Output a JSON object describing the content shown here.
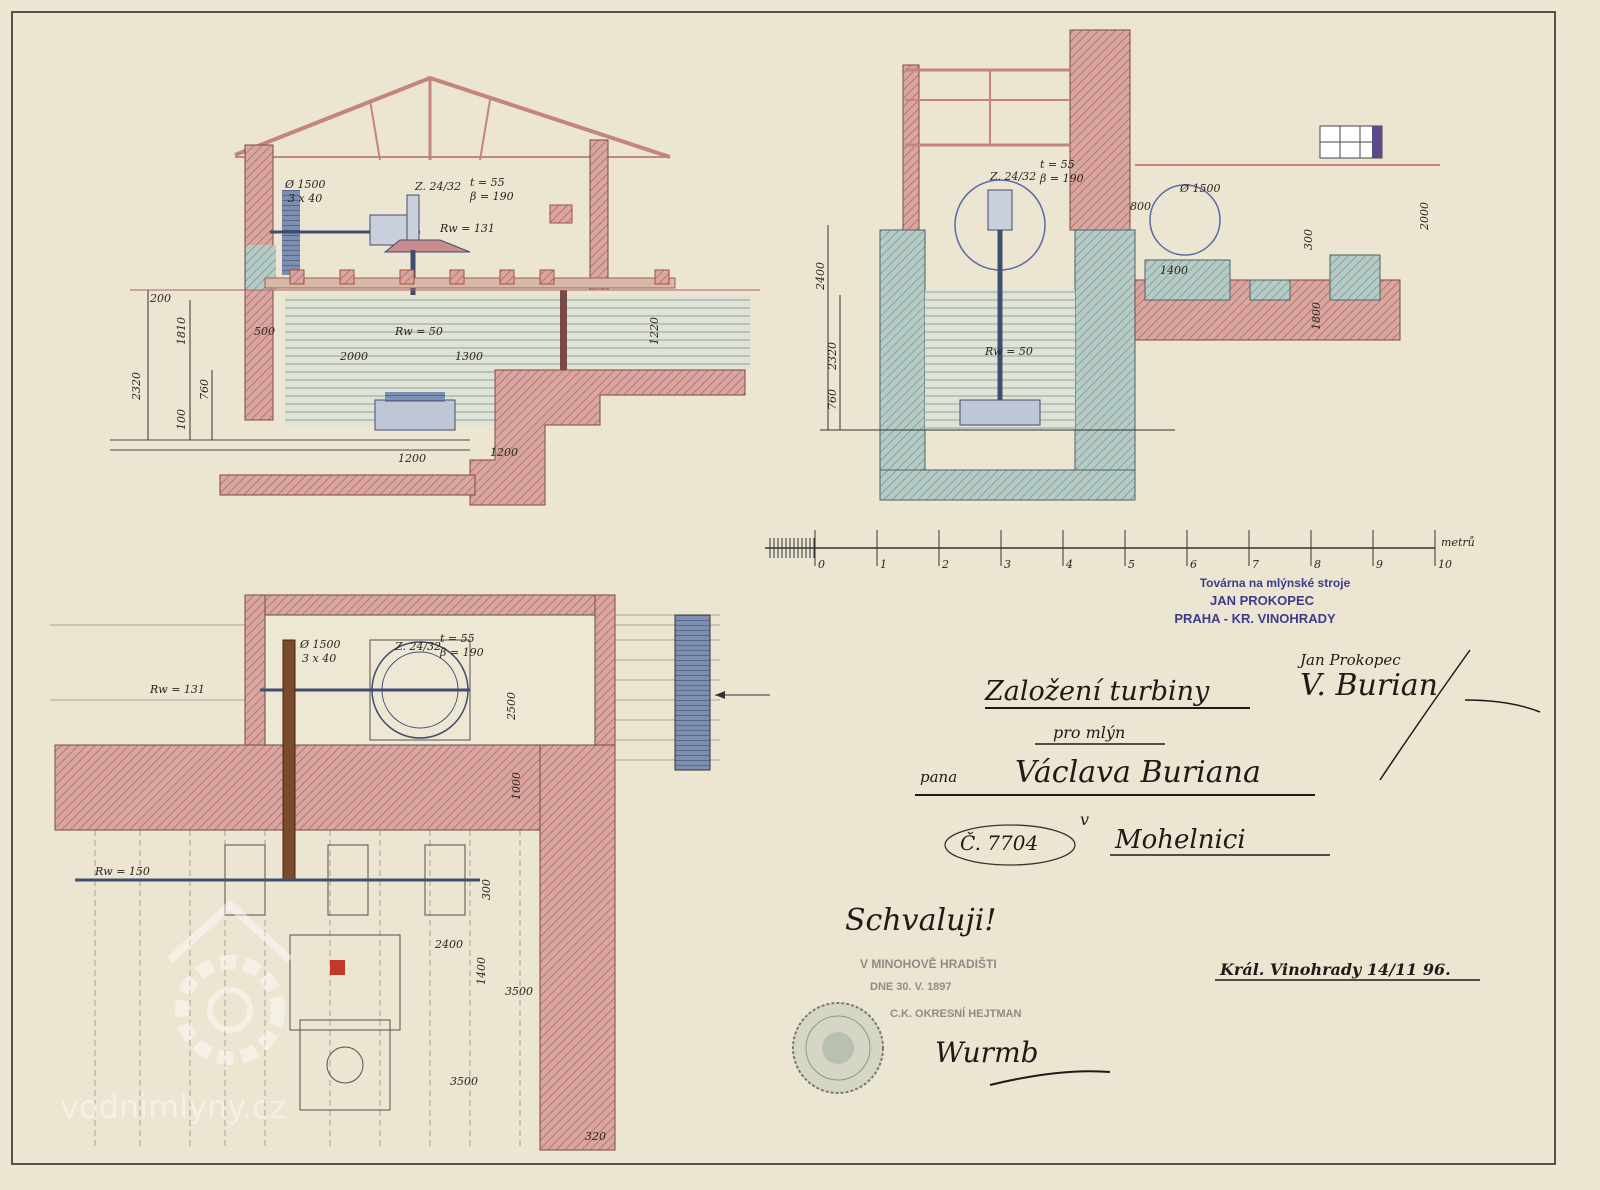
{
  "colors": {
    "paper": "#ebe5d1",
    "masonry": "#c98b8b",
    "water": "#a9c4c4",
    "steel": "#6f86b8",
    "timber": "#d07a5a",
    "ink": "#2a2420",
    "stamp_ink": "#3c3c8c"
  },
  "section_left": {
    "labels": {
      "gear": "Z. 24/32",
      "pitch": "t = 55",
      "beta": "β = 190",
      "pulley": "Ø 1500",
      "belt": "3 x 40",
      "shaft_top": "Rw = 131",
      "shaft": "Rw = 50",
      "d1": "2000",
      "d2": "1300",
      "h_total": "2320",
      "h1": "1810",
      "h2": "760",
      "h3": "100",
      "wall": "500",
      "d3": "1200",
      "d4": "1220",
      "d5": "1200",
      "d6": "200"
    }
  },
  "section_right": {
    "labels": {
      "gear": "Z. 24/32",
      "pitch": "t = 55",
      "beta": "β = 190",
      "h1": "2400",
      "h2": "2320",
      "h3": "760",
      "shaft": "Rw = 50",
      "pulley": "Ø 1500",
      "d1": "1400",
      "d2": "2000",
      "d3": "1800",
      "d4": "800",
      "d5": "300"
    }
  },
  "plan": {
    "labels": {
      "shaft": "Rw = 131",
      "gear": "Z. 24/32",
      "pitch": "t = 55",
      "beta": "β = 190",
      "pulley": "Ø 1500",
      "belt": "3 x 40",
      "shaft2": "Rw = 150",
      "d1": "3500",
      "d2": "3500",
      "d3": "320",
      "d4": "2500",
      "d5": "1400",
      "d6": "2400",
      "d7": "1000",
      "d8": "300"
    }
  },
  "scale": {
    "ticks": [
      "0",
      "1",
      "2",
      "3",
      "4",
      "5",
      "6",
      "7",
      "8",
      "9",
      "10"
    ],
    "unit": "metrů"
  },
  "stamp": {
    "line1": "Továrna na mlýnské stroje",
    "line2": "JAN PROKOPEC",
    "line3": "PRAHA - KR. VINOHRADY"
  },
  "title": {
    "line1": "Založení turbiny",
    "line2": "pro mlýn",
    "line3_prefix": "pana",
    "line3_name": "Václava Buriana",
    "line4": "v",
    "line5": "Mohelnici",
    "crossed": "Č. 7704"
  },
  "signatures": {
    "maker": "Jan Prokopec",
    "owner": "V. Burian",
    "approver": "Wurmb"
  },
  "approval": {
    "word": "Schvaluji!",
    "office1": "V MINOHOVĚ HRADIŠTI",
    "office2": "DNE 30. V. 1897",
    "office3": "C.K. OKRESNÍ HEJTMAN"
  },
  "date": "Král. Vinohrady 14/11 96.",
  "watermark": "vodnimlyny.cz"
}
